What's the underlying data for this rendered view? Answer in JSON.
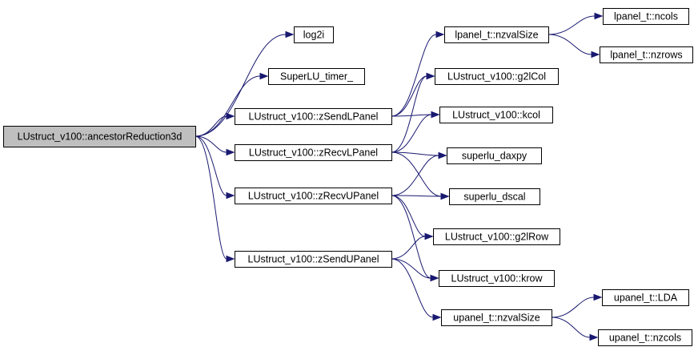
{
  "graph": {
    "edge_color": "#191970",
    "root_fill": "#bfbfbf",
    "node_fill": "#ffffff",
    "nodes": [
      {
        "id": "ancestorReduction3d",
        "label": "LUstruct_v100::ancestorReduction3d",
        "root": true
      },
      {
        "id": "log2i",
        "label": "log2i"
      },
      {
        "id": "SuperLU_timer_",
        "label": "SuperLU_timer_"
      },
      {
        "id": "zSendLPanel",
        "label": "LUstruct_v100::zSendLPanel"
      },
      {
        "id": "zRecvLPanel",
        "label": "LUstruct_v100::zRecvLPanel"
      },
      {
        "id": "zRecvUPanel",
        "label": "LUstruct_v100::zRecvUPanel"
      },
      {
        "id": "zSendUPanel",
        "label": "LUstruct_v100::zSendUPanel"
      },
      {
        "id": "lpanel_nzvalSize",
        "label": "lpanel_t::nzvalSize"
      },
      {
        "id": "g2lCol",
        "label": "LUstruct_v100::g2lCol"
      },
      {
        "id": "kcol",
        "label": "LUstruct_v100::kcol"
      },
      {
        "id": "superlu_daxpy",
        "label": "superlu_daxpy"
      },
      {
        "id": "superlu_dscal",
        "label": "superlu_dscal"
      },
      {
        "id": "g2lRow",
        "label": "LUstruct_v100::g2lRow"
      },
      {
        "id": "krow",
        "label": "LUstruct_v100::krow"
      },
      {
        "id": "upanel_nzvalSize",
        "label": "upanel_t::nzvalSize"
      },
      {
        "id": "lpanel_ncols",
        "label": "lpanel_t::ncols"
      },
      {
        "id": "lpanel_nzrows",
        "label": "lpanel_t::nzrows"
      },
      {
        "id": "upanel_LDA",
        "label": "upanel_t::LDA"
      },
      {
        "id": "upanel_nzcols",
        "label": "upanel_t::nzcols"
      }
    ],
    "edges": [
      {
        "from": "ancestorReduction3d",
        "to": "log2i"
      },
      {
        "from": "ancestorReduction3d",
        "to": "SuperLU_timer_"
      },
      {
        "from": "ancestorReduction3d",
        "to": "zSendLPanel"
      },
      {
        "from": "ancestorReduction3d",
        "to": "zRecvLPanel"
      },
      {
        "from": "ancestorReduction3d",
        "to": "zRecvUPanel"
      },
      {
        "from": "ancestorReduction3d",
        "to": "zSendUPanel"
      },
      {
        "from": "zSendLPanel",
        "to": "lpanel_nzvalSize"
      },
      {
        "from": "zSendLPanel",
        "to": "g2lCol"
      },
      {
        "from": "zSendLPanel",
        "to": "kcol"
      },
      {
        "from": "zRecvLPanel",
        "to": "g2lCol"
      },
      {
        "from": "zRecvLPanel",
        "to": "kcol"
      },
      {
        "from": "zRecvLPanel",
        "to": "superlu_daxpy"
      },
      {
        "from": "zRecvLPanel",
        "to": "superlu_dscal"
      },
      {
        "from": "zRecvUPanel",
        "to": "superlu_daxpy"
      },
      {
        "from": "zRecvUPanel",
        "to": "superlu_dscal"
      },
      {
        "from": "zRecvUPanel",
        "to": "g2lRow"
      },
      {
        "from": "zRecvUPanel",
        "to": "krow"
      },
      {
        "from": "zSendUPanel",
        "to": "g2lRow"
      },
      {
        "from": "zSendUPanel",
        "to": "krow"
      },
      {
        "from": "zSendUPanel",
        "to": "upanel_nzvalSize"
      },
      {
        "from": "lpanel_nzvalSize",
        "to": "lpanel_ncols"
      },
      {
        "from": "lpanel_nzvalSize",
        "to": "lpanel_nzrows"
      },
      {
        "from": "upanel_nzvalSize",
        "to": "upanel_LDA"
      },
      {
        "from": "upanel_nzvalSize",
        "to": "upanel_nzcols"
      }
    ]
  }
}
